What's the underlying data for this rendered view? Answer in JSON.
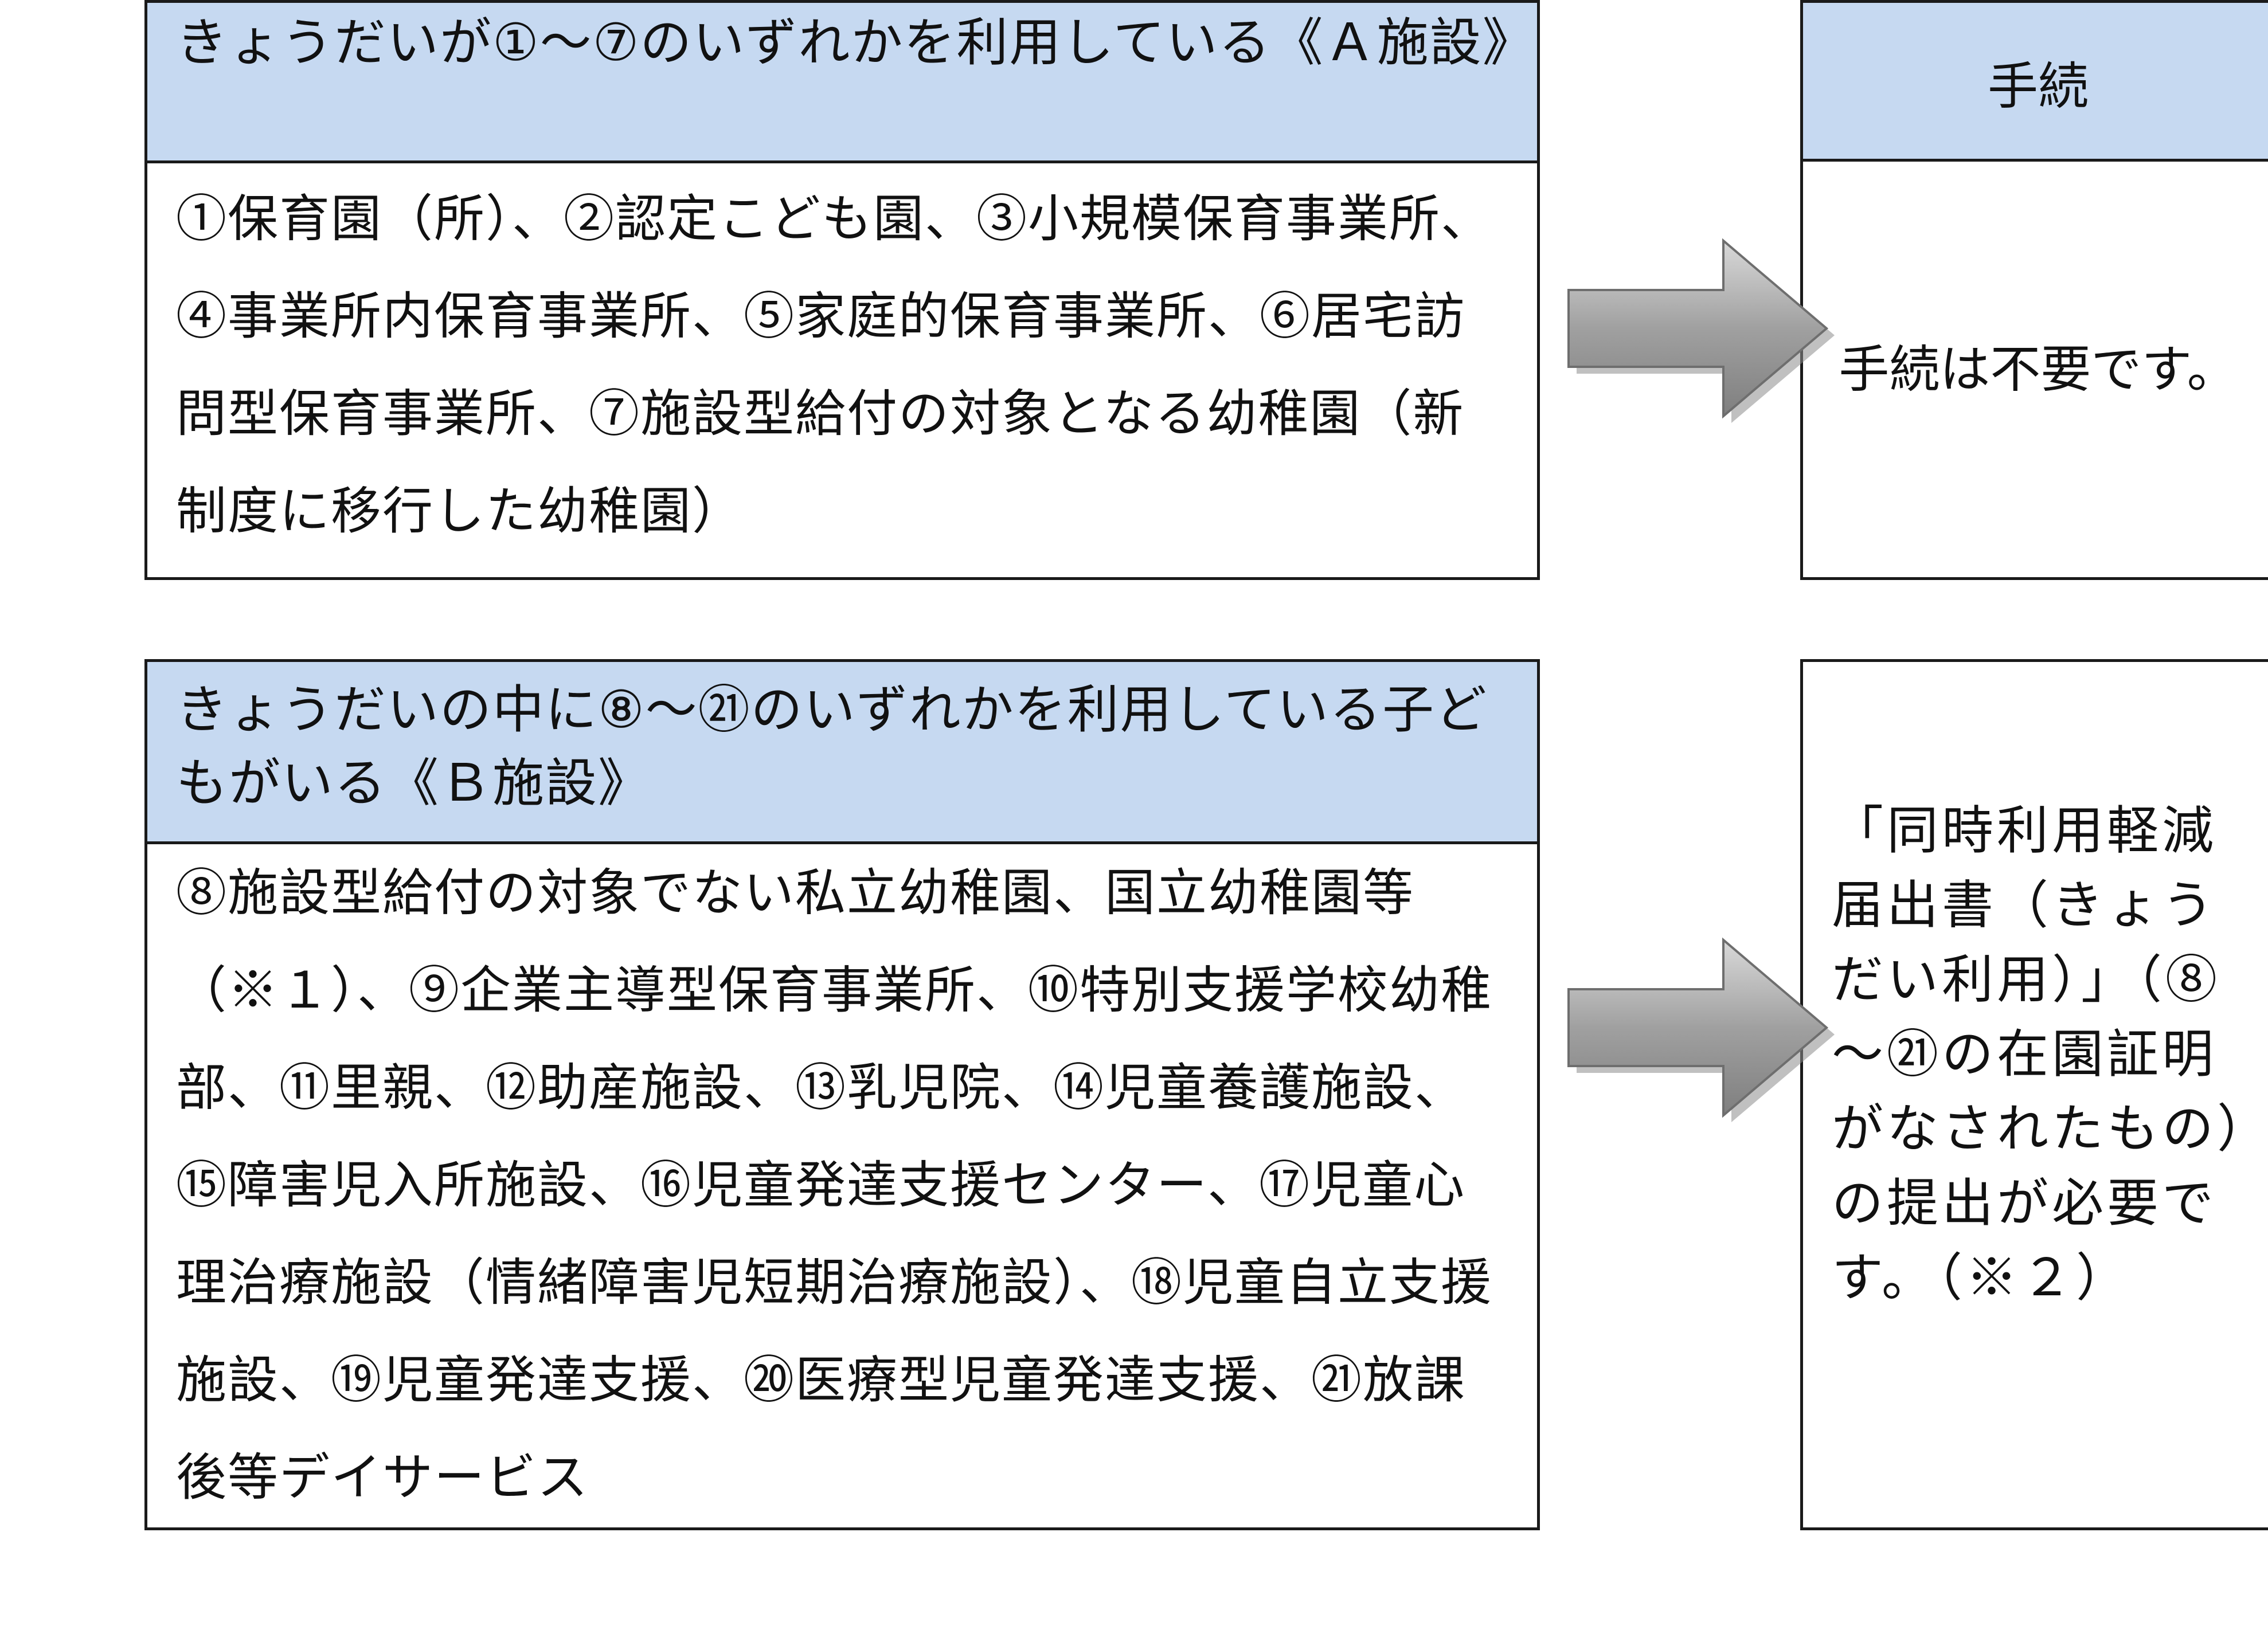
{
  "group_a": {
    "header": "きょうだいが①～⑦のいずれかを利用している《Ａ施設》",
    "body": "①保育園（所）、②認定こども園、③小規模保育事業所、④事業所内保育事業所、⑤家庭的保育事業所、⑥居宅訪問型保育事業所、⑦施設型給付の対象となる幼稚園（新制度に移行した幼稚園）"
  },
  "group_b": {
    "header": "きょうだいの中に⑧～㉑のいずれかを利用している子どもがいる《Ｂ施設》",
    "body": "⑧施設型給付の対象でない私立幼稚園、国立幼稚園等（※１）、⑨企業主導型保育事業所、⑩特別支援学校幼稚部、⑪里親、⑫助産施設、⑬乳児院、⑭児童養護施設、⑮障害児入所施設、⑯児童発達支援センター、⑰児童心理治療施設（情緒障害児短期治療施設）、⑱児童自立支援施設、⑲児童発達支援、⑳医療型児童発達支援、㉑放課後等デイサービス"
  },
  "procedure": {
    "header": "手続",
    "a_text": "手続は不要です。",
    "b_text": "「同時利用軽減届出書（きょうだい利用）」（⑧～㉑の在園証明がなされたもの）の提出が必要です。（※２）"
  },
  "colors": {
    "header_fill": "#c6d9f1",
    "arrow_fill": "#a6a6a6",
    "border": "#1a1a1a"
  }
}
